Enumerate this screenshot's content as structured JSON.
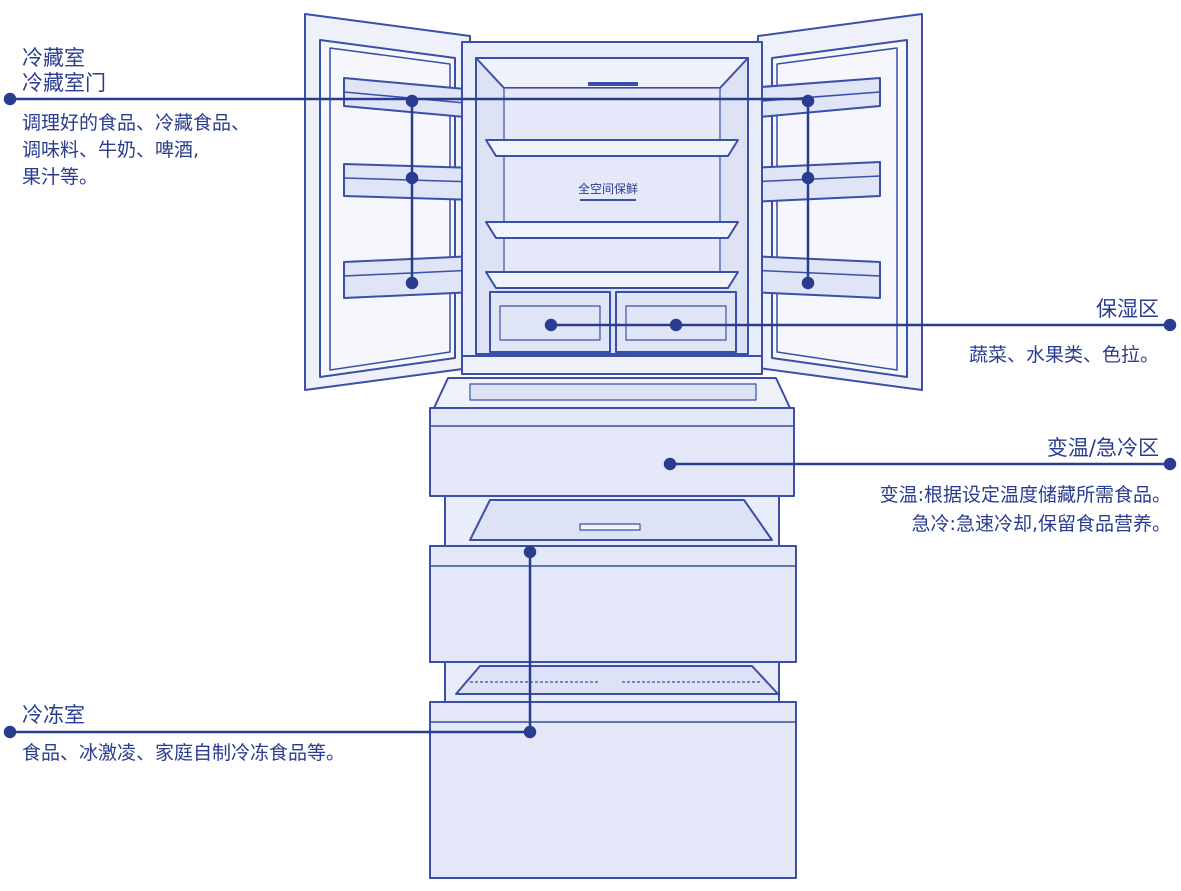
{
  "colors": {
    "line": "#2a3c8f",
    "outline": "#3a4fa8",
    "fill": "#e6eaf8",
    "fill_light": "#f0f2fb",
    "fill_dark": "#cdd4ef"
  },
  "fridge": {
    "panel_brand": "全空间保鲜"
  },
  "callouts": {
    "refrigerator": {
      "title1": "冷藏室",
      "title2": "冷藏室门",
      "desc1": "调理好的食品、冷藏食品、",
      "desc2": "调味料、牛奶、啤酒,",
      "desc3": "果汁等。"
    },
    "humidity": {
      "title": "保湿区",
      "desc": "蔬菜、水果类、色拉。"
    },
    "variable": {
      "title": "变温/急冷区",
      "desc1": "变温:根据设定温度储藏所需食品。",
      "desc2": "急冷:急速冷却,保留食品营养。"
    },
    "freezer": {
      "title": "冷冻室",
      "desc": "食品、冰激凌、家庭自制冷冻食品等。"
    }
  }
}
